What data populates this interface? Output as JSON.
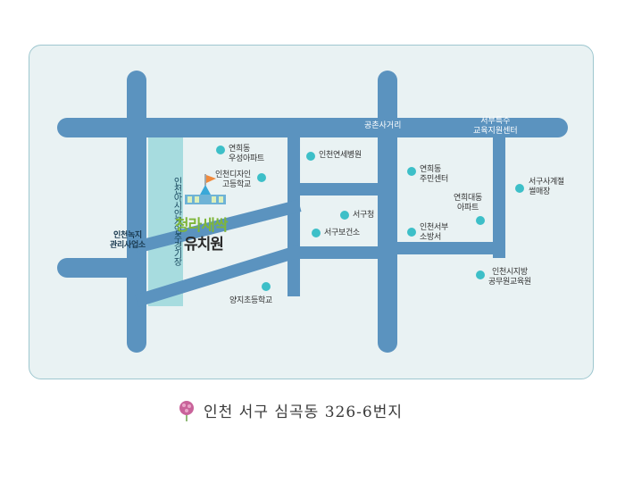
{
  "map": {
    "roads": {
      "gongchon": "공촌사거리",
      "seobu_special": "서부특수\n교육지원센터"
    },
    "vertical_label": "인천아시안게임주경기장",
    "kindergarten": {
      "name_top": "청라새싹",
      "name_bottom": "유치원"
    },
    "places": [
      {
        "id": "yeonhui-apt",
        "label": "연희동\n우성아파트"
      },
      {
        "id": "design-hs",
        "label": "인천디자인\n고등학교"
      },
      {
        "id": "yeonse-hospital",
        "label": "인천연세병원"
      },
      {
        "id": "yeonhui-center",
        "label": "연희동\n주민센터"
      },
      {
        "id": "seogu-complex",
        "label": "서구사계절\n썰매장"
      },
      {
        "id": "yeonhui-daedong",
        "label": "연희대동\n아파트"
      },
      {
        "id": "seogu-office",
        "label": "서구청"
      },
      {
        "id": "health-center",
        "label": "서구보건소"
      },
      {
        "id": "fire-station",
        "label": "인천서부\n소방서"
      },
      {
        "id": "green-office",
        "label": "인천녹지\n관리사업소"
      },
      {
        "id": "official-edu",
        "label": "인천시지방\n공무원교육원"
      },
      {
        "id": "yangji-es",
        "label": "양지초등학교"
      }
    ],
    "colors": {
      "road": "#5b93bf",
      "stadium": "#a7dcdf",
      "dot": "#3dbfc8",
      "frame": "#e9f2f3"
    }
  },
  "address": "인천 서구 심곡동 326-6번지"
}
